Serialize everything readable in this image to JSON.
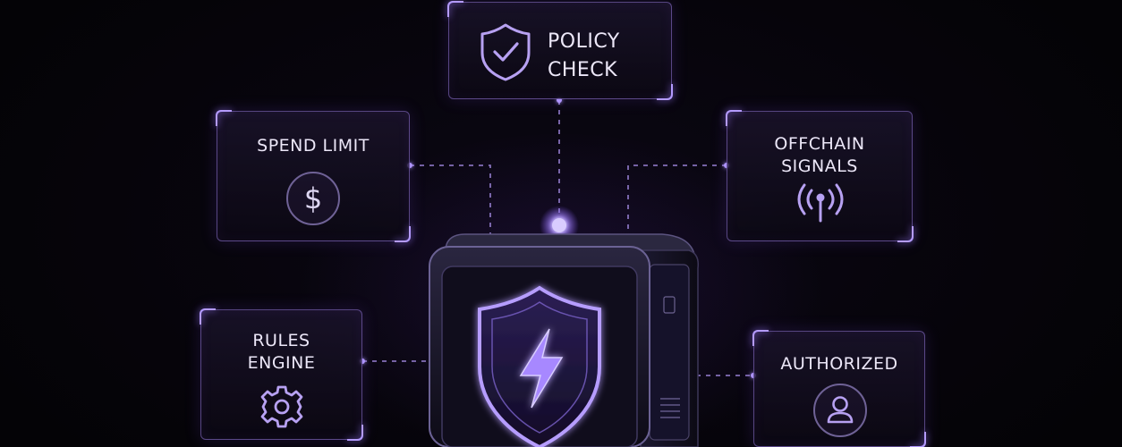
{
  "nodes": {
    "policy_check": {
      "label": "POLICY\nCHECK",
      "icon": "shield-check-icon"
    },
    "spend_limit": {
      "label": "SPEND LIMIT",
      "icon": "dollar-icon"
    },
    "offchain_signals": {
      "label": "OFFCHAIN\nSIGNALS",
      "icon": "signal-antenna-icon"
    },
    "rules_engine": {
      "label": "RULES\nENGINE",
      "icon": "gear-icon"
    },
    "authorized": {
      "label": "AUTHORIZED",
      "icon": "user-icon"
    }
  },
  "center": {
    "icon": "shield-lightning-icon"
  },
  "colors": {
    "accent": "#9c7bff",
    "accent_bright": "#c9b6ff",
    "background": "#050308",
    "border": "#8f74d9"
  }
}
